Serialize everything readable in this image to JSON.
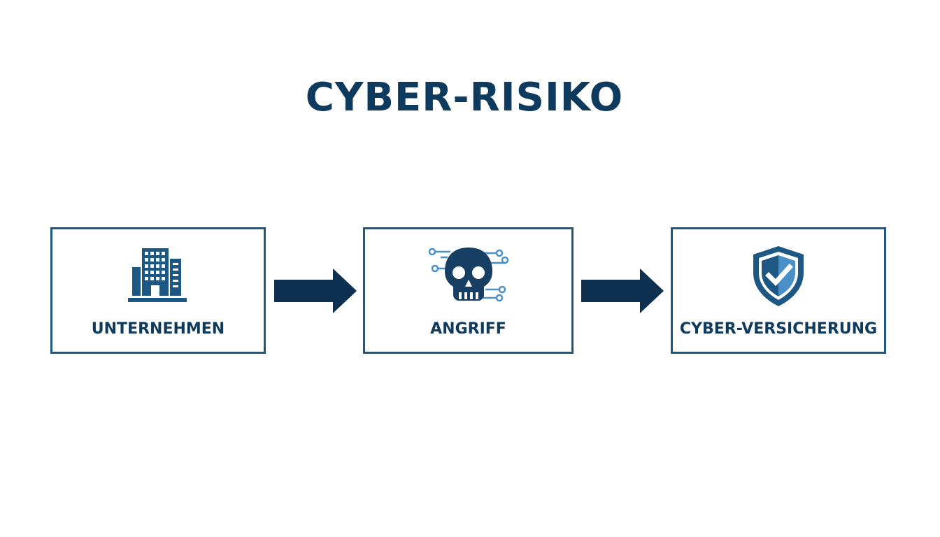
{
  "title": "CYBER-RISIKO",
  "steps": [
    {
      "label": "UNTERNEHMEN",
      "icon": "office-building-icon"
    },
    {
      "label": "ANGRIFF",
      "icon": "cyber-skull-icon"
    },
    {
      "label": "CYBER-VERSICHERUNG",
      "icon": "shield-check-icon"
    }
  ],
  "colors": {
    "text": "#0e3a5e",
    "border": "#1d5783",
    "arrow": "#0e3050",
    "icon_dark": "#163f63",
    "icon_accent": "#4a90c8"
  }
}
